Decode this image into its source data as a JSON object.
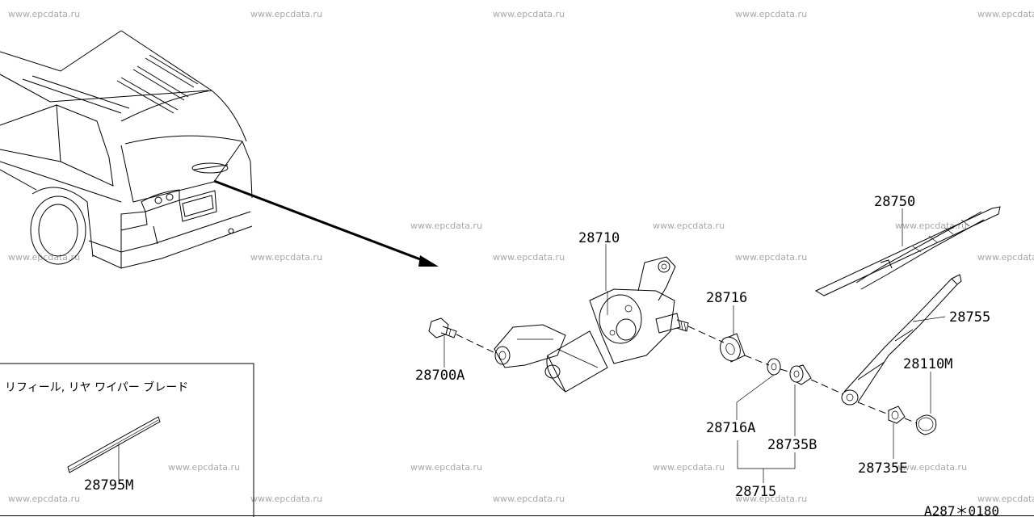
{
  "watermark": "www.epcdata.ru",
  "part_labels": {
    "p28750": "28750",
    "p28710": "28710",
    "p28716": "28716",
    "p28755": "28755",
    "p28700A": "28700A",
    "p28110M": "28110M",
    "p28716A": "28716A",
    "p28735B": "28735B",
    "p28735E": "28735E",
    "p28715": "28715",
    "p28795M": "28795M"
  },
  "inset": {
    "title": "リフィール, リヤ ワイパー ブレード"
  },
  "diagram_code": "A287＊0180"
}
